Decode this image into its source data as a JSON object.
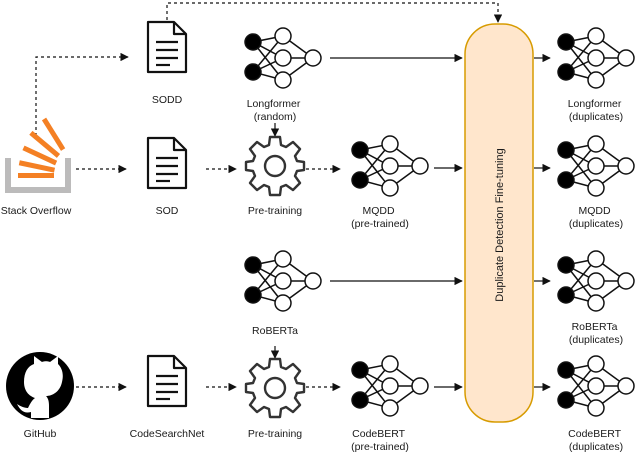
{
  "sources": {
    "stackoverflow": "Stack Overflow",
    "github": "GitHub"
  },
  "datasets": {
    "sodd": "SODD",
    "sod": "SOD",
    "codesearchnet": "CodeSearchNet"
  },
  "models": {
    "longformer": [
      "Longformer",
      "(random)"
    ],
    "roberta": "RoBERTa",
    "mqdd": [
      "MQDD",
      "(pre-trained)"
    ],
    "codebert": [
      "CodeBERT",
      "(pre-trained)"
    ]
  },
  "processes": {
    "pretraining_1": "Pre-training",
    "pretraining_2": "Pre-training"
  },
  "finetune": "Duplicate Detection Fine-tuning",
  "outputs": {
    "longformer": [
      "Longformer",
      "(duplicates)"
    ],
    "mqdd": [
      "MQDD",
      "(duplicates)"
    ],
    "roberta": [
      "RoBERTa",
      "(duplicates)"
    ],
    "codebert": [
      "CodeBERT",
      "(duplicates)"
    ]
  },
  "colors": {
    "finetune_fill": "#ffe6cc",
    "finetune_stroke": "#d79b00",
    "stackoverflow_orange": "#f48024",
    "stackoverflow_gray": "#bcbbbb"
  }
}
